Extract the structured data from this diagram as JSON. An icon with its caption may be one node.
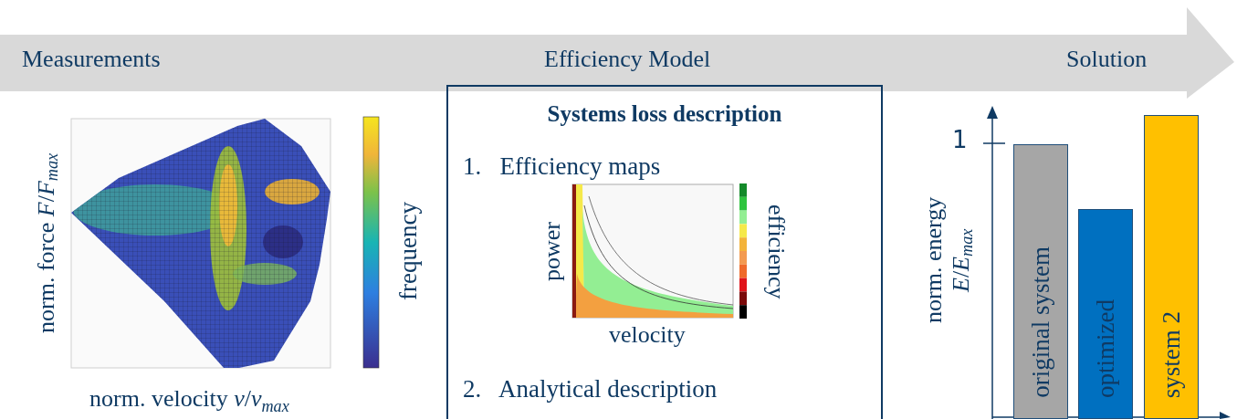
{
  "diagram": {
    "nodes": [
      {
        "text": [
          "Measurements",
          "Efficiency Model",
          "Solution"
        ]
      },
      {
        "text": [
          "Systems loss description",
          "1.   Efficiency maps",
          "2.   Analytical description"
        ]
      },
      {
        "text": [
          "original system"
        ]
      },
      {
        "text": [
          "optimized"
        ]
      },
      {
        "text": [
          "system 2"
        ]
      }
    ],
    "labels": [
      "norm. force *F*/*F*$_{max}$",
      "frequency",
      "norm. velocity *v*/*v*$_{max}$",
      "power",
      "efficiency",
      "velocity",
      "1",
      "norm. energy *E*/*E*$_{max}$"
    ]
  }
}
